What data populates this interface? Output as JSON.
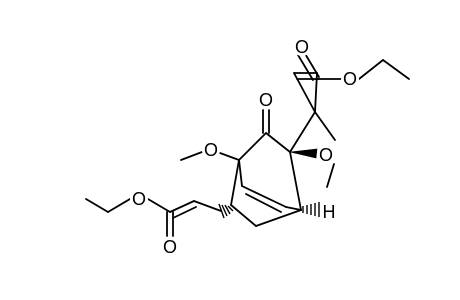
{
  "molecule": {
    "atoms": [
      {
        "id": "o-ester-top-carbonyl",
        "symbol": "O"
      },
      {
        "id": "o-ester-top-ether",
        "symbol": "O"
      },
      {
        "id": "o-ketone",
        "symbol": "O"
      },
      {
        "id": "o-methoxy-left",
        "symbol": "O"
      },
      {
        "id": "o-methoxy-right",
        "symbol": "O"
      },
      {
        "id": "o-ester-left-ether",
        "symbol": "O"
      },
      {
        "id": "o-ester-left-carbonyl",
        "symbol": "O"
      },
      {
        "id": "h-bridgehead",
        "symbol": "H"
      }
    ],
    "colors": {
      "bond": "#000000",
      "label": "#000000",
      "background": "#ffffff"
    }
  }
}
